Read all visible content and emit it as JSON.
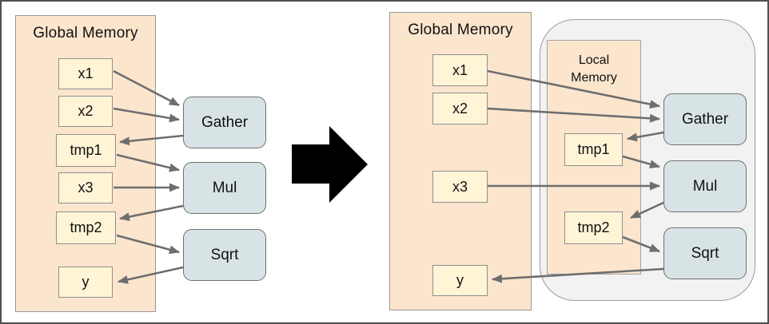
{
  "left_panel": {
    "title": "Global Memory",
    "cells": [
      {
        "id": "x1",
        "label": "x1"
      },
      {
        "id": "x2",
        "label": "x2"
      },
      {
        "id": "tmp1",
        "label": "tmp1"
      },
      {
        "id": "x3",
        "label": "x3"
      },
      {
        "id": "tmp2",
        "label": "tmp2"
      },
      {
        "id": "y",
        "label": "y"
      }
    ],
    "operations": [
      {
        "id": "gather",
        "label": "Gather"
      },
      {
        "id": "mul",
        "label": "Mul"
      },
      {
        "id": "sqrt",
        "label": "Sqrt"
      }
    ],
    "edges": [
      {
        "from": "x1",
        "to": "Gather"
      },
      {
        "from": "x2",
        "to": "Gather"
      },
      {
        "from": "Gather",
        "to": "tmp1"
      },
      {
        "from": "tmp1",
        "to": "Mul"
      },
      {
        "from": "x3",
        "to": "Mul"
      },
      {
        "from": "Mul",
        "to": "tmp2"
      },
      {
        "from": "tmp2",
        "to": "Sqrt"
      },
      {
        "from": "Sqrt",
        "to": "y"
      }
    ]
  },
  "right_panel": {
    "title": "Global Memory",
    "cells": [
      {
        "id": "x1",
        "label": "x1"
      },
      {
        "id": "x2",
        "label": "x2"
      },
      {
        "id": "x3",
        "label": "x3"
      },
      {
        "id": "y",
        "label": "y"
      }
    ],
    "local_memory": {
      "title": "Local Memory",
      "cells": [
        {
          "id": "tmp1",
          "label": "tmp1"
        },
        {
          "id": "tmp2",
          "label": "tmp2"
        }
      ]
    },
    "operations": [
      {
        "id": "gather",
        "label": "Gather"
      },
      {
        "id": "mul",
        "label": "Mul"
      },
      {
        "id": "sqrt",
        "label": "Sqrt"
      }
    ],
    "edges": [
      {
        "from": "x1",
        "to": "Gather"
      },
      {
        "from": "x2",
        "to": "Gather"
      },
      {
        "from": "Gather",
        "to": "tmp1"
      },
      {
        "from": "tmp1",
        "to": "Mul"
      },
      {
        "from": "x3",
        "to": "Mul"
      },
      {
        "from": "Mul",
        "to": "tmp2"
      },
      {
        "from": "tmp2",
        "to": "Sqrt"
      },
      {
        "from": "Sqrt",
        "to": "y"
      }
    ]
  },
  "colors": {
    "panel_fill": "#fce5cd",
    "cell_fill": "#fff4d6",
    "operation_fill": "#d8e3e6",
    "container_fill": "#f2f2f2",
    "connector": "#6e6e6e",
    "transform_arrow": "#000000"
  }
}
